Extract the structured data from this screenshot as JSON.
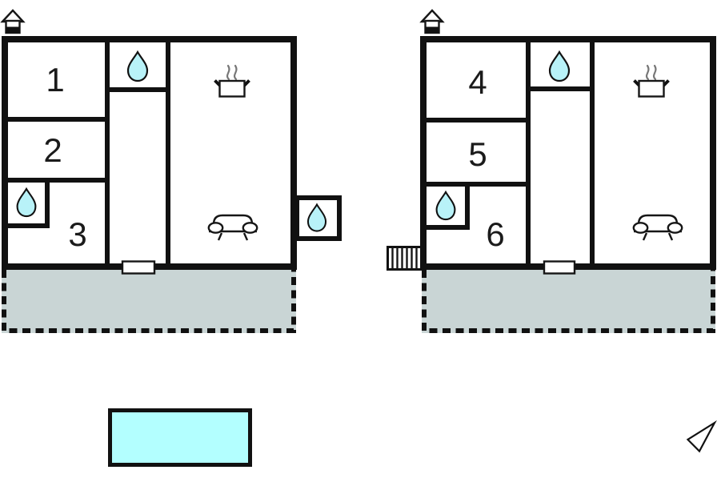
{
  "colors": {
    "wall": "#111111",
    "terrace_fill": "#c9d5d5",
    "pool_fill": "#b3ffff",
    "drop_fill": "#b8f2f8",
    "steam": "#777777"
  },
  "units": [
    {
      "name": "apartment-left",
      "rooms": [
        {
          "label": "1"
        },
        {
          "label": "2"
        },
        {
          "label": "3"
        }
      ],
      "water_drop_count": 3,
      "has_annex_shower": true,
      "has_external_stairs": false
    },
    {
      "name": "apartment-right",
      "rooms": [
        {
          "label": "4"
        },
        {
          "label": "5"
        },
        {
          "label": "6"
        }
      ],
      "water_drop_count": 2,
      "has_annex_shower": false,
      "has_external_stairs": true
    }
  ],
  "icons": {
    "house": "house-icon",
    "water_drop": "water-drop-icon",
    "cooking_pot": "cooking-pot-icon",
    "sofa": "sofa-icon",
    "stairs": "stairs-icon",
    "north_arrow": "north-arrow-icon",
    "door": "door-opening",
    "terrace": "terrace-area",
    "pool": "swimming-pool"
  }
}
